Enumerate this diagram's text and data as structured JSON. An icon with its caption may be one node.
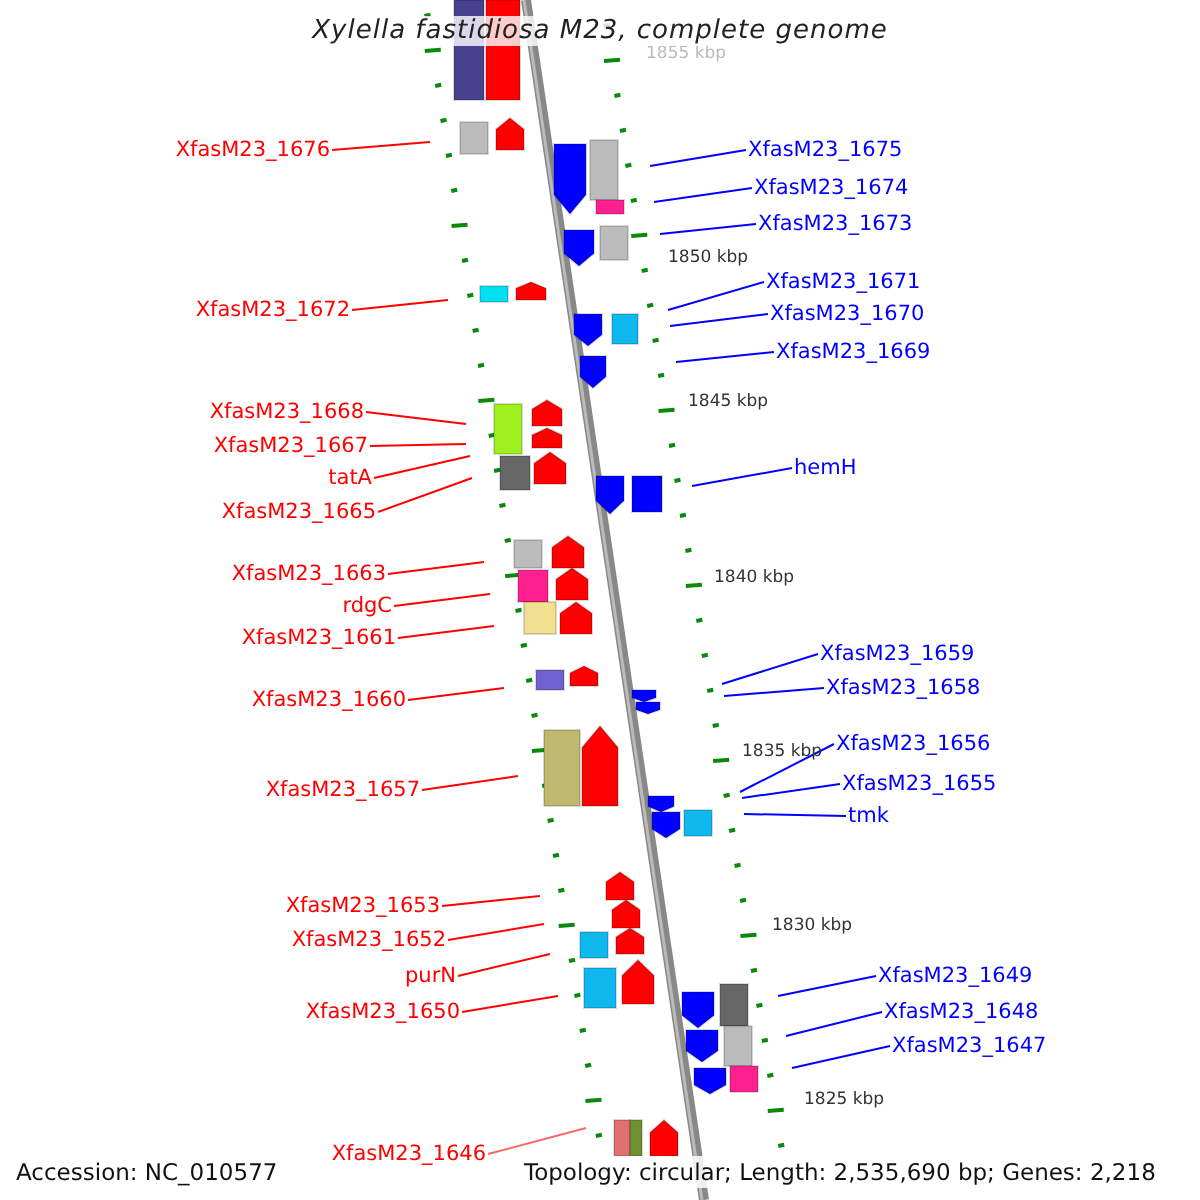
{
  "diagram": {
    "title": "Xylella fastidiosa M23, complete genome",
    "nodes": [
      {
        "text": [
          "XfasM23_1676"
        ]
      },
      {
        "text": [
          "XfasM23_1672"
        ]
      },
      {
        "text": [
          "XfasM23_1668"
        ]
      },
      {
        "text": [
          "XfasM23_1667"
        ]
      },
      {
        "text": [
          "tatA"
        ]
      },
      {
        "text": [
          "XfasM23_1665"
        ]
      },
      {
        "text": [
          "XfasM23_1663"
        ]
      },
      {
        "text": [
          "rdgC"
        ]
      },
      {
        "text": [
          "XfasM23_1661"
        ]
      },
      {
        "text": [
          "XfasM23_1660"
        ]
      },
      {
        "text": [
          "XfasM23_1657"
        ]
      },
      {
        "text": [
          "XfasM23_1653"
        ]
      },
      {
        "text": [
          "XfasM23_1652"
        ]
      },
      {
        "text": [
          "purN"
        ]
      },
      {
        "text": [
          "XfasM23_1650"
        ]
      },
      {
        "text": [
          "XfasM23_1646"
        ]
      },
      {
        "text": [
          "XfasM23_1675"
        ]
      },
      {
        "text": [
          "XfasM23_1674"
        ]
      },
      {
        "text": [
          "XfasM23_1673"
        ]
      },
      {
        "text": [
          "XfasM23_1671"
        ]
      },
      {
        "text": [
          "XfasM23_1670"
        ]
      },
      {
        "text": [
          "XfasM23_1669"
        ]
      },
      {
        "text": [
          "hemH"
        ]
      },
      {
        "text": [
          "XfasM23_1659"
        ]
      },
      {
        "text": [
          "XfasM23_1658"
        ]
      },
      {
        "text": [
          "XfasM23_1656"
        ]
      },
      {
        "text": [
          "XfasM23_1655"
        ]
      },
      {
        "text": [
          "tmk"
        ]
      },
      {
        "text": [
          "XfasM23_1649"
        ]
      },
      {
        "text": [
          "XfasM23_1648"
        ]
      },
      {
        "text": [
          "XfasM23_1647"
        ]
      }
    ],
    "edges": [
      {
        "from": 0,
        "to": null,
        "arrow": "none"
      },
      {
        "from": 1,
        "to": null,
        "arrow": "none"
      },
      {
        "from": 2,
        "to": null,
        "arrow": "none"
      },
      {
        "from": 3,
        "to": null,
        "arrow": "none"
      },
      {
        "from": 4,
        "to": null,
        "arrow": "none"
      },
      {
        "from": 5,
        "to": null,
        "arrow": "none"
      },
      {
        "from": 6,
        "to": null,
        "arrow": "none"
      },
      {
        "from": 7,
        "to": null,
        "arrow": "none"
      },
      {
        "from": 8,
        "to": null,
        "arrow": "none"
      },
      {
        "from": 9,
        "to": null,
        "arrow": "none"
      },
      {
        "from": 10,
        "to": null,
        "arrow": "none"
      },
      {
        "from": 11,
        "to": null,
        "arrow": "none"
      },
      {
        "from": 12,
        "to": null,
        "arrow": "none"
      },
      {
        "from": 13,
        "to": null,
        "arrow": "none"
      },
      {
        "from": 14,
        "to": null,
        "arrow": "none"
      },
      {
        "from": 15,
        "to": null,
        "arrow": "none"
      },
      {
        "from": 16,
        "to": null,
        "arrow": "none",
        "color": "#0000ff"
      },
      {
        "from": 17,
        "to": null,
        "arrow": "none",
        "color": "#0000ff"
      },
      {
        "from": 18,
        "to": null,
        "arrow": "none",
        "color": "#0000ff"
      },
      {
        "from": 19,
        "to": null,
        "arrow": "none",
        "color": "#0000ff"
      },
      {
        "from": 20,
        "to": null,
        "arrow": "none",
        "color": "#0000ff"
      },
      {
        "from": 21,
        "to": null,
        "arrow": "none",
        "color": "#0000ff"
      },
      {
        "from": 22,
        "to": null,
        "arrow": "none",
        "color": "#0000ff"
      },
      {
        "from": 23,
        "to": null,
        "arrow": "none",
        "color": "#0000ff"
      },
      {
        "from": 24,
        "to": null,
        "arrow": "none",
        "color": "#0000ff"
      },
      {
        "from": 25,
        "to": null,
        "arrow": "none",
        "color": "#0000ff"
      },
      {
        "from": 26,
        "to": null,
        "arrow": "none",
        "color": "#0000ff"
      },
      {
        "from": 27,
        "to": null,
        "arrow": "none",
        "color": "#0000ff"
      },
      {
        "from": 28,
        "to": null,
        "arrow": "none",
        "color": "#0000ff"
      },
      {
        "from": 29,
        "to": null,
        "arrow": "none",
        "color": "#0000ff"
      },
      {
        "from": 30,
        "to": null,
        "arrow": "none",
        "color": "#0000ff"
      }
    ],
    "labels": [
      "1855 kbp",
      "1850 kbp",
      "1845 kbp",
      "1840 kbp",
      "1835 kbp",
      "1830 kbp",
      "1825 kbp",
      "Accession: NC_010577",
      "Topology: circular; Length: 2,535,690 bp; Genes: 2,218"
    ]
  }
}
